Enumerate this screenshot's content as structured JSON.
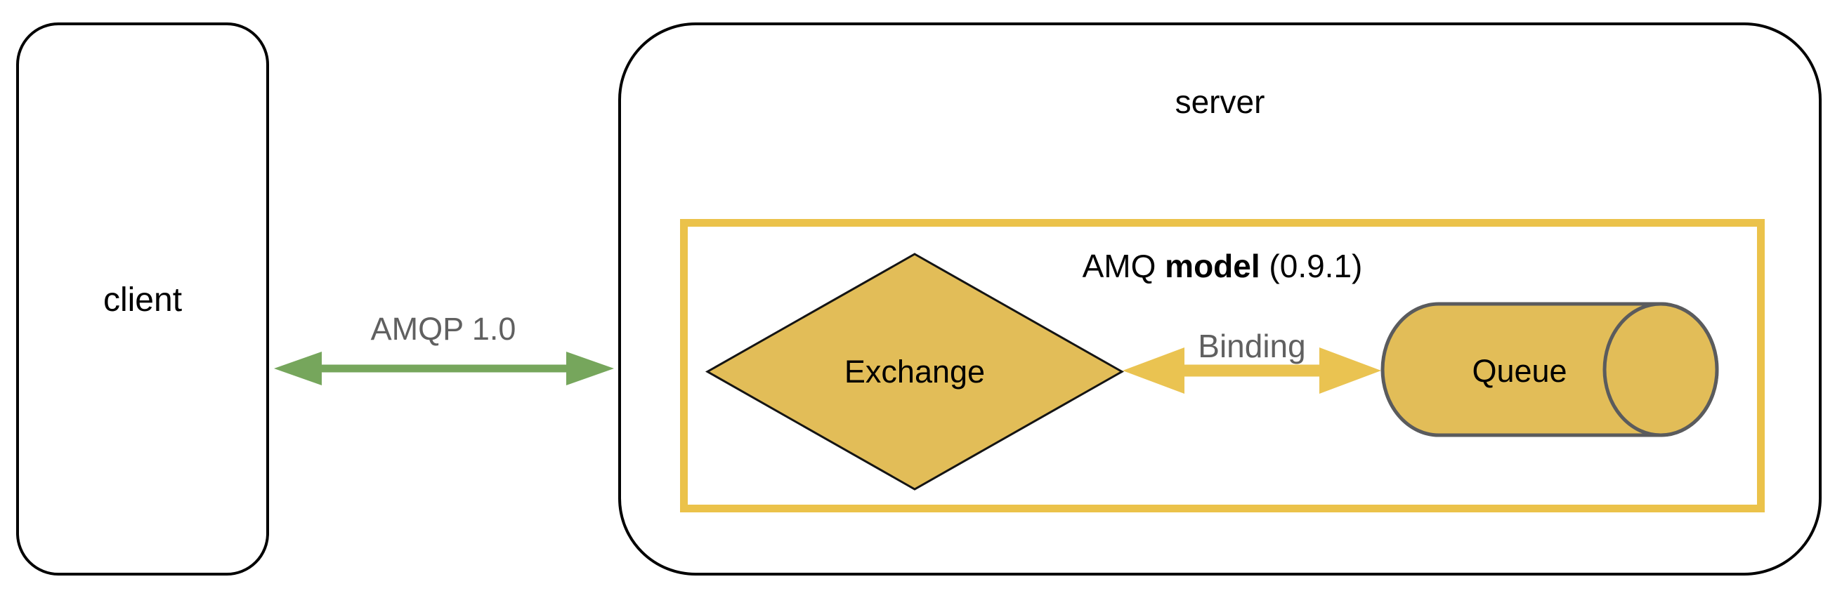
{
  "client": {
    "label": "client"
  },
  "connection": {
    "label": "AMQP 1.0"
  },
  "server": {
    "label": "server"
  },
  "amq_model": {
    "title_prefix": "AMQ ",
    "title_bold": "model",
    "title_suffix": " (0.9.1)"
  },
  "exchange": {
    "label": "Exchange"
  },
  "binding": {
    "label": "Binding"
  },
  "queue": {
    "label": "Queue"
  },
  "colors": {
    "green_arrow": "#76A65C",
    "yellow_border": "#EBC24A",
    "yellow_fill": "#E2BD58",
    "yellow_arrow": "#EAC351",
    "cylinder_outline": "#5A5B5D",
    "diamond_outline": "#141414",
    "box_outline": "#000000",
    "gray_text": "#606060",
    "black_text": "#000000"
  }
}
